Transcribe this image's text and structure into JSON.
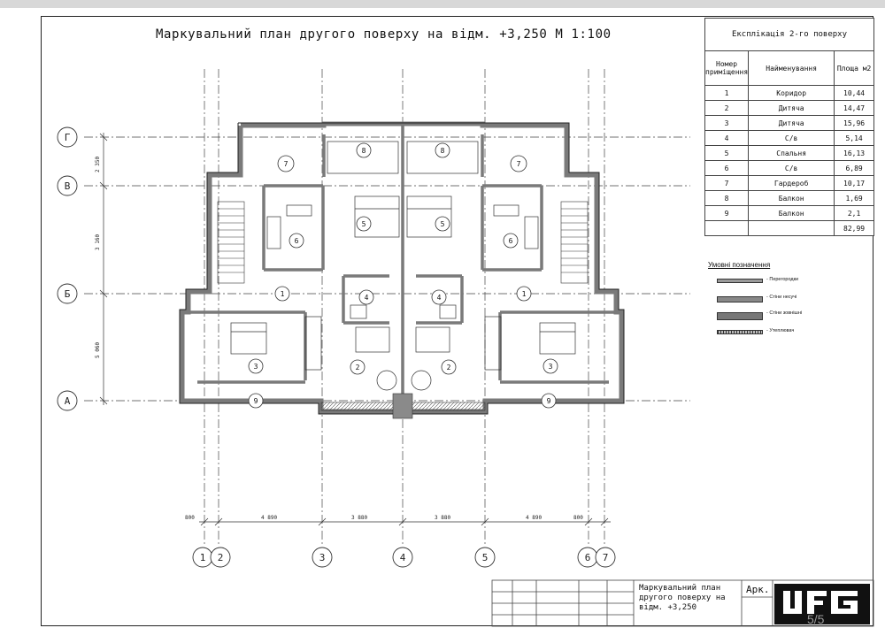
{
  "plan_title": "Маркувальний план другого поверху на відм. +3,250 М 1:100",
  "axes": {
    "horizontal": [
      "Г",
      "В",
      "Б",
      "А"
    ],
    "vertical": [
      "1",
      "2",
      "3",
      "4",
      "5",
      "6",
      "7"
    ]
  },
  "left_dimensions": [
    "2 350",
    "3 160",
    "5 060"
  ],
  "bottom_dimensions": [
    "800",
    "4 890",
    "3 880",
    "3 880",
    "4 890",
    "800"
  ],
  "rooms": {
    "r7": "7",
    "r8": "8",
    "r5": "5",
    "r6": "6",
    "r4": "4",
    "r1": "1",
    "r3": "3",
    "r2": "2",
    "r9": "9"
  },
  "explication": {
    "title": "Експлікація 2-го поверху",
    "col_number": "Номер приміщення",
    "col_name": "Найменування",
    "col_area": "Площа м2",
    "rows": [
      {
        "n": "1",
        "name": "Коридор",
        "area": "10,44"
      },
      {
        "n": "2",
        "name": "Дитяча",
        "area": "14,47"
      },
      {
        "n": "3",
        "name": "Дитяча",
        "area": "15,96"
      },
      {
        "n": "4",
        "name": "С/в",
        "area": "5,14"
      },
      {
        "n": "5",
        "name": "Спальня",
        "area": "16,13"
      },
      {
        "n": "6",
        "name": "С/в",
        "area": "6,89"
      },
      {
        "n": "7",
        "name": "Гардероб",
        "area": "10,17"
      },
      {
        "n": "8",
        "name": "Балкон",
        "area": "1,69"
      },
      {
        "n": "9",
        "name": "Балкон",
        "area": "2,1"
      }
    ],
    "total": "82,99"
  },
  "legend": {
    "title": "Умовні позначення",
    "items": [
      "- Перегородки",
      "- Стіни несучі",
      "- Стіни зовнішні",
      "- Утеплювач"
    ]
  },
  "title_block": {
    "sheet_name": "Маркувальний план другого поверху на відм. +3,250",
    "stage": "Арк.",
    "logo": "UFG"
  },
  "page_number": "5/5",
  "colors": {
    "wall": "#7a7a7a",
    "line": "#333333",
    "background": "#ffffff"
  }
}
